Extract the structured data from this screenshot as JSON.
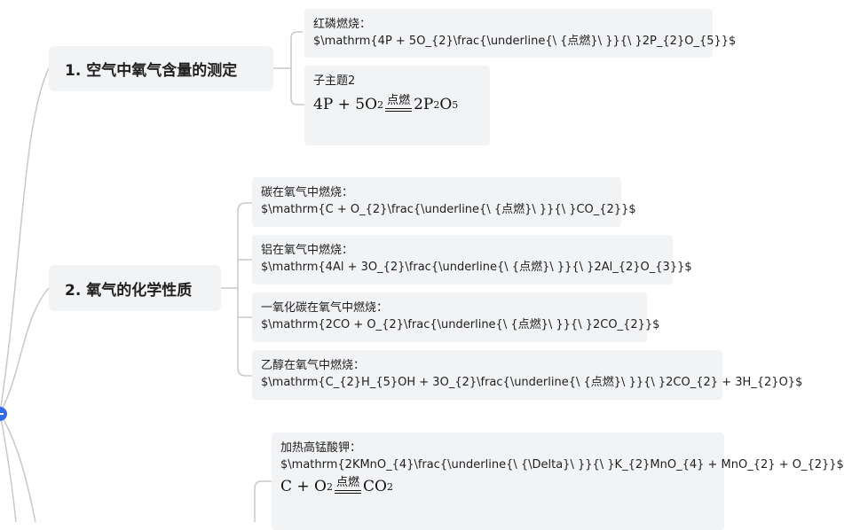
{
  "topics": [
    {
      "title": "1. 空气中氧气含量的测定",
      "children": [
        {
          "label": "红磷燃烧：",
          "text": "$\\mathrm{4P + 5O_{2}\\frac{\\underline{\\ {点燃}\\ }}{\\ }2P_{2}O_{5}}$"
        },
        {
          "label": "子主题2",
          "formula": {
            "left": "4P + 5O",
            "left_sub": "2",
            "cond": "点燃",
            "right": "2P",
            "right_sub1": "2",
            "right_mid": "O",
            "right_sub2": "5"
          }
        }
      ]
    },
    {
      "title": "2. 氧气的化学性质",
      "children": [
        {
          "label": "碳在氧气中燃烧：",
          "text": "$\\mathrm{C + O_{2}\\frac{\\underline{\\ {点燃}\\ }}{\\ }CO_{2}}$"
        },
        {
          "label": "铝在氧气中燃烧：",
          "text": "$\\mathrm{4Al + 3O_{2}\\frac{\\underline{\\ {点燃}\\ }}{\\ }2Al_{2}O_{3}}$"
        },
        {
          "label": "一氧化碳在氧气中燃烧：",
          "text": "$\\mathrm{2CO + O_{2}\\frac{\\underline{\\ {点燃}\\ }}{\\ }2CO_{2}}$"
        },
        {
          "label": "乙醇在氧气中燃烧：",
          "text": "$\\mathrm{C_{2}H_{5}OH + 3O_{2}\\frac{\\underline{\\ {点燃}\\ }}{\\ }2CO_{2} + 3H_{2}O}$"
        }
      ]
    },
    {
      "children": [
        {
          "label": "加热高锰酸钾：",
          "text": "$\\mathrm{2KMnO_{4}\\frac{\\underline{\\ {\\Delta}\\ }}{\\ }K_{2}MnO_{4} + MnO_{2} + O_{2}}$",
          "formula": {
            "left": "C + O",
            "left_sub": "2",
            "cond": "点燃",
            "right": "CO",
            "right_sub": "2"
          }
        }
      ]
    }
  ],
  "colors": {
    "line": "#c8c8c8",
    "node_bg": "#f2f3f5",
    "accent": "#2f6bea"
  },
  "icons": {
    "collapse": "minus-circle-icon"
  }
}
